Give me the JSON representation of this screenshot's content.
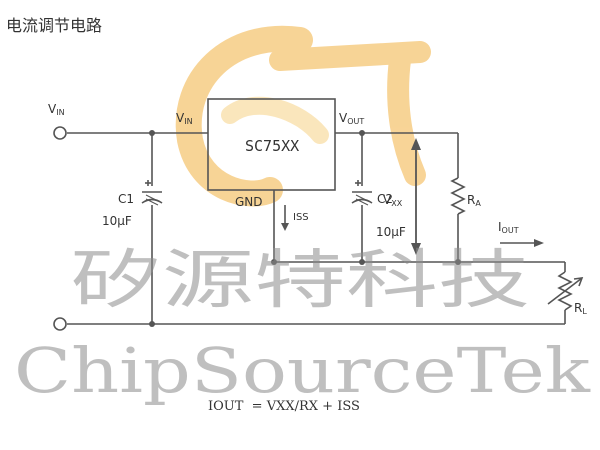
{
  "title": "电流调节电路",
  "watermark": {
    "cn": "矽源特科技",
    "en": "ChipSourceTek",
    "logo_letters": "ST"
  },
  "labels": {
    "vin_terminal": "V",
    "vin_terminal_sub": "IN",
    "ic_vin": "V",
    "ic_vin_sub": "IN",
    "ic_vout": "V",
    "ic_vout_sub": "OUT",
    "ic_name": "SC75XX",
    "gnd": "GND",
    "iss": "ISS",
    "c1": "C1",
    "c1_value": "10μF",
    "c2": "C2",
    "c2_value": "10μF",
    "vxx": "V",
    "vxx_sub": "XX",
    "ra": "R",
    "ra_sub": "A",
    "iout": "I",
    "iout_sub": "OUT",
    "rl": "R",
    "rl_sub": "L"
  },
  "formula": "IOUT  = VXX/RX + ISS",
  "colors": {
    "wire": "#555555",
    "watermark_text": "#8a8a8a",
    "logo_orange": "#f5c26b"
  }
}
